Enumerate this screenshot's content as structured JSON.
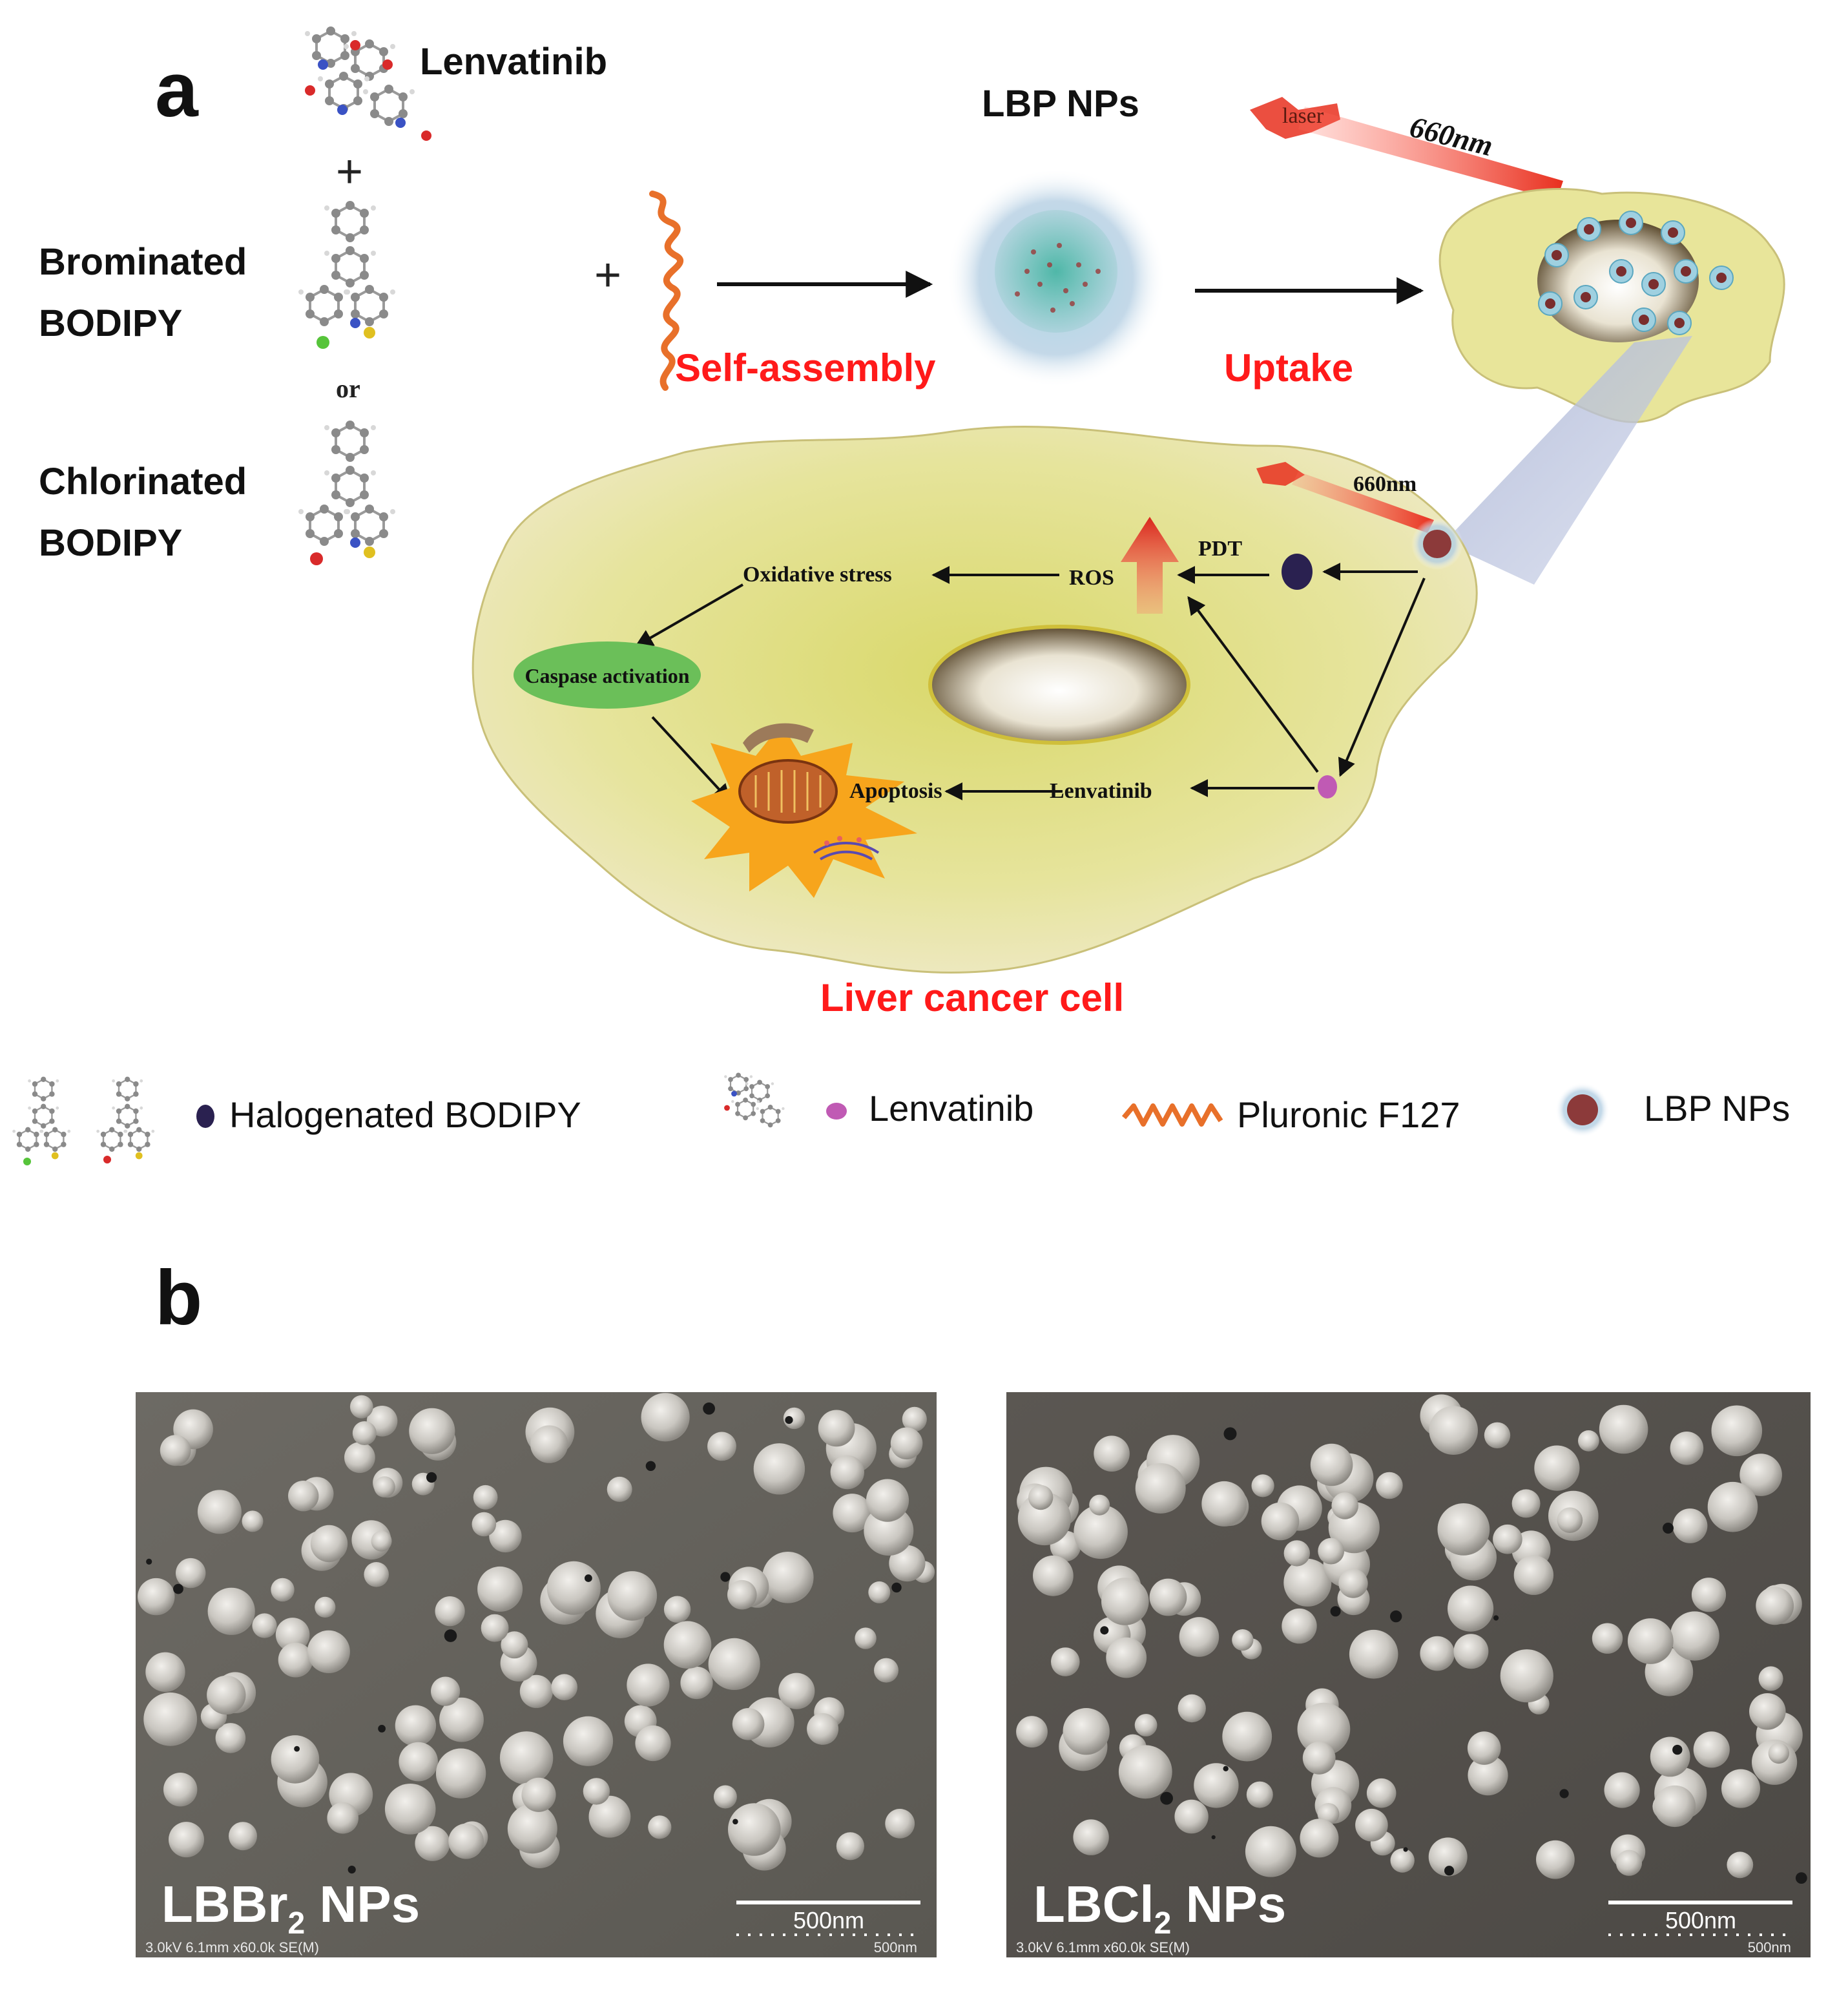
{
  "panel_a": {
    "label": "a",
    "reagents": {
      "lenvatinib": "Lenvatinib",
      "plus": "+",
      "brominated_line1": "Brominated",
      "brominated_line2": "BODIPY",
      "or": "or",
      "chlorinated_line1": "Chlorinated",
      "chlorinated_line2": "BODIPY",
      "plus2": "+"
    },
    "nanoparticle_label": "LBP NPs",
    "steps": {
      "self_assembly": "Self-assembly",
      "uptake": "Uptake"
    },
    "laser": {
      "label": "laser",
      "wavelength_top": "660nm",
      "wavelength_bottom": "660nm"
    },
    "cell": {
      "oxidative_stress": "Oxidative stress",
      "ros": "ROS",
      "pdt": "PDT",
      "caspase": "Caspase activation",
      "apoptosis": "Apoptosis",
      "lenvatinib": "Lenvatinib",
      "caption": "Liver cancer cell"
    },
    "legend": {
      "halogenated_bodipy": "Halogenated BODIPY",
      "lenvatinib": "Lenvatinib",
      "pluronic": "Pluronic F127",
      "lbp_nps": "LBP NPs"
    },
    "colors": {
      "red_label": "#ff1a1a",
      "cell_fill": "#e8e6a0",
      "nanoparticle_core": "#3aa79a",
      "caspase_fill": "#6bbf59",
      "apoptosis_burst": "#f7a51c",
      "bodipy_dot": "#2a2150",
      "lenvatinib_dot": "#c05ab4",
      "pluronic": "#e8702a"
    }
  },
  "panel_b": {
    "label": "b",
    "left": {
      "label_main": "LBBr",
      "label_sub": "2",
      "label_suffix": " NPs",
      "scale": "500nm",
      "footer_left": "3.0kV 6.1mm x60.0k SE(M)",
      "footer_right": "500nm"
    },
    "right": {
      "label_main": "LBCl",
      "label_sub": "2",
      "label_suffix": " NPs",
      "scale": "500nm",
      "footer_left": "3.0kV 6.1mm x60.0k SE(M)",
      "footer_right": "500nm"
    }
  }
}
